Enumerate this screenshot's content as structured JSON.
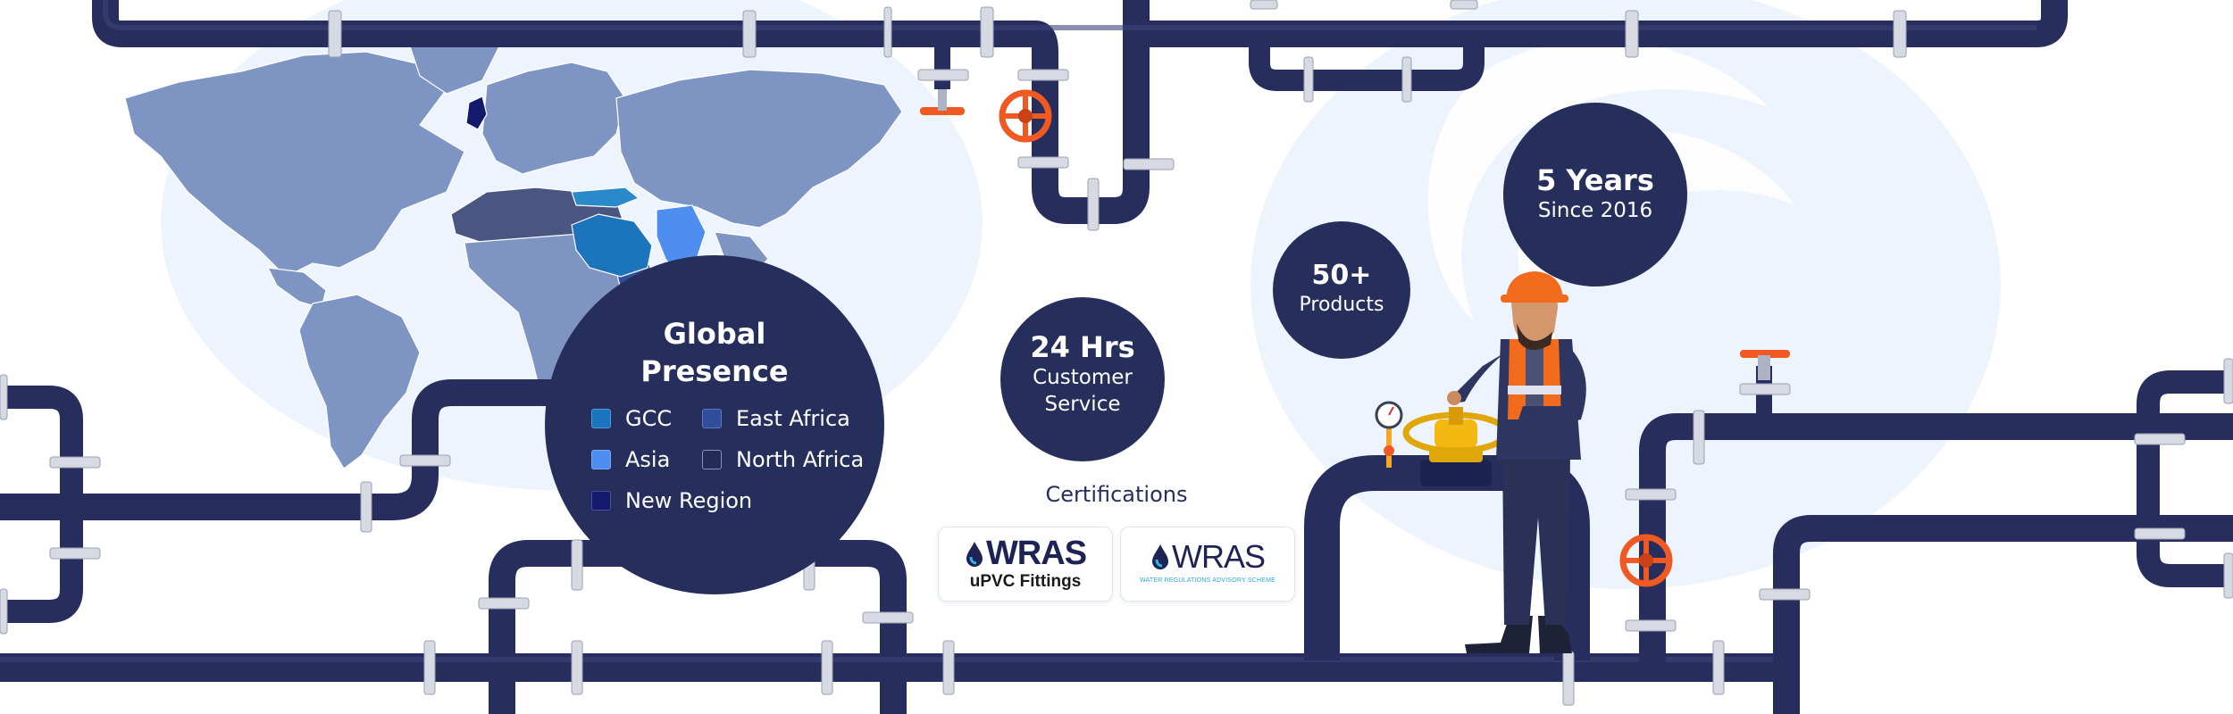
{
  "global_presence": {
    "title_line1": "Global",
    "title_line2": "Presence",
    "legend": [
      {
        "label": "GCC",
        "color": "#1c75bc"
      },
      {
        "label": "East Africa",
        "color": "#2f4f9c"
      },
      {
        "label": "Asia",
        "color": "#4d8ef0"
      },
      {
        "label": "North Africa",
        "color": "#222b55"
      },
      {
        "label": "New Region",
        "color": "#15196b"
      }
    ]
  },
  "stats": {
    "hours": {
      "value": "24 Hrs",
      "line1": "Customer",
      "line2": "Service"
    },
    "products": {
      "value": "50+",
      "label": "Products"
    },
    "years": {
      "value": "5 Years",
      "label": "Since 2016"
    }
  },
  "certifications": {
    "heading": "Certifications",
    "cards": [
      {
        "logo_text": "WRAS",
        "subtitle": "uPVC Fittings"
      },
      {
        "logo_text": "WRAS",
        "subtitle": "WATER REGULATIONS ADVISORY SCHEME"
      }
    ]
  },
  "colors": {
    "navy": "#262f5c",
    "pipe": "#272e5e",
    "map_land": "#7e95c3",
    "bg_blob": "#eef4fd",
    "valve_orange": "#f05a22",
    "worker_vest": "#f26a1b"
  },
  "icons": [
    "water-drop-icon",
    "valve-wheel-icon",
    "pressure-gauge-icon",
    "worker-illustration"
  ]
}
